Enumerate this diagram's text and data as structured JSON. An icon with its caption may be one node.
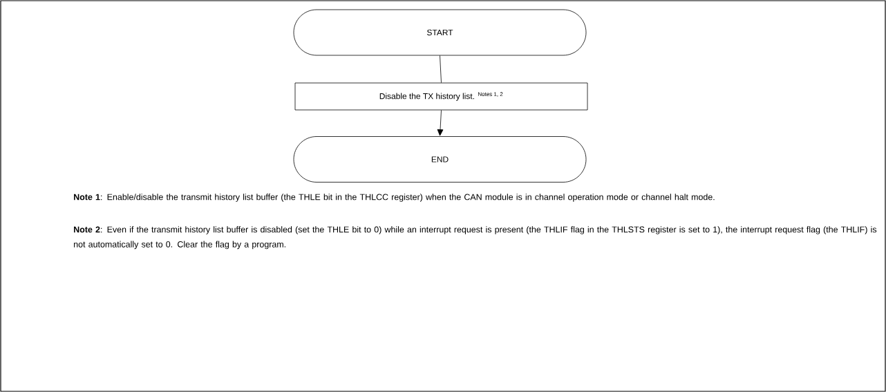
{
  "diagram": {
    "nodes": [
      {
        "text": [
          "START"
        ]
      },
      {
        "text": [
          "Disable the TX history list. $^{Notes 1, 2}$"
        ]
      },
      {
        "text": [
          "END"
        ]
      }
    ],
    "edges": [
      {
        "from": 0,
        "to": 1,
        "arrow": "none"
      },
      {
        "from": 1,
        "to": 2,
        "arrow": "to"
      }
    ],
    "labels": [
      "**Note 1**: Enable/disable the transmit history list buffer (the THLE bit in the THLCC register) when the CAN module is in channel operation mode or channel halt mode.",
      "**Note 2**: Even if the transmit history list buffer is disabled (set the THLE bit to 0) while an interrupt request is present (the THLIF flag in the THLSTS register is set to 1), the interrupt request flag (the THLIF) is not automatically set to 0. Clear the flag by a program."
    ]
  }
}
